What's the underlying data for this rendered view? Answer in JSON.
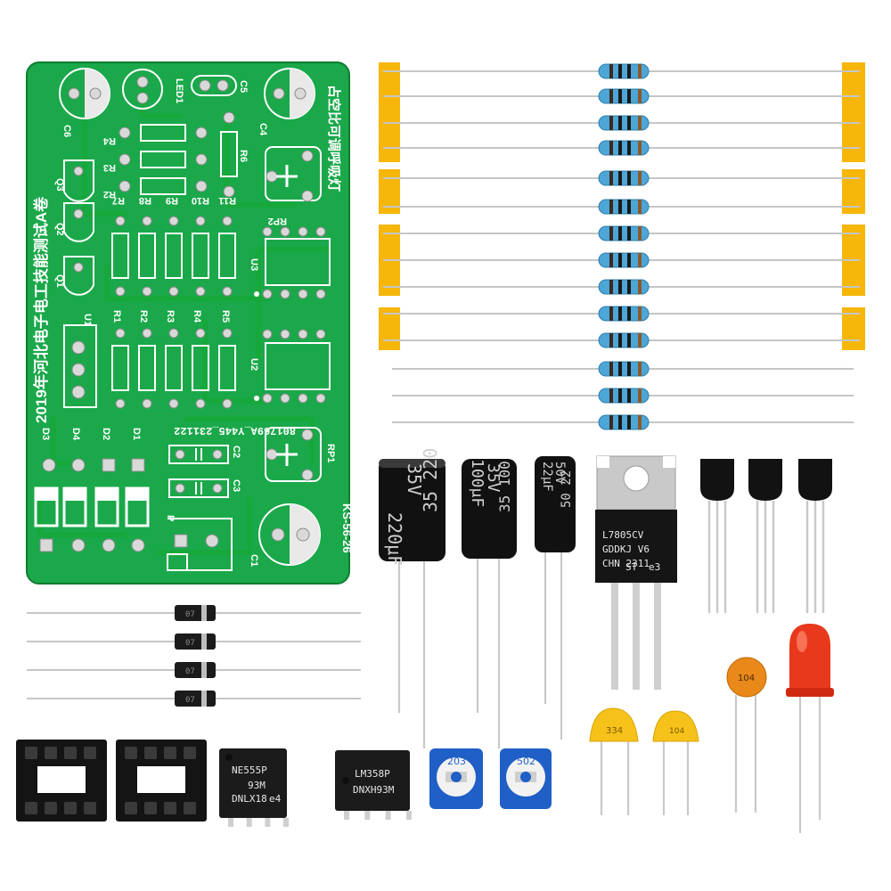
{
  "pcb": {
    "title": "2019年河北电子电工技能测试A卷",
    "subtitle": "占空比可调呼吸灯",
    "board_code": "801769A_Y445_231122",
    "side_code": "KS-56-26",
    "labels": {
      "c6": "C6",
      "led1": "LED1",
      "c5": "C5",
      "c4": "C4",
      "rp2": "RP2",
      "r4": "R4",
      "r3": "R3",
      "r2": "R2",
      "r6": "R6",
      "r7": "R7",
      "r8": "R8",
      "r9": "R9",
      "r10": "R10",
      "r11": "R11",
      "q1": "Q1",
      "q2": "Q2",
      "q3": "Q3",
      "u1": "U1",
      "u2": "U2",
      "u3": "U3",
      "r1": "R1",
      "r2b": "R2",
      "r3b": "R3",
      "r4b": "R4",
      "r5": "R5",
      "d1": "D1",
      "d2": "D2",
      "d3": "D3",
      "d4": "D4",
      "c2": "C2",
      "c3": "C3",
      "c1": "C1",
      "p": "P",
      "rp1": "RP1"
    }
  },
  "capacitors": {
    "c220": {
      "value": "220μF",
      "voltage": "35V",
      "side": "35 220"
    },
    "c100": {
      "value": "100μF",
      "voltage": "35V",
      "side": "35 100"
    },
    "c22": {
      "value": "22μF",
      "voltage": "50V",
      "side": "50 22"
    }
  },
  "regulator": {
    "line1": "L7805CV",
    "line2": "GDDKJ V6",
    "line3": "CHN 2311",
    "logo": "ST",
    "mark": "e3"
  },
  "chips": {
    "ne555": {
      "line1": "NE555P",
      "line2": "93M",
      "line3": "DNLX18",
      "mark": "e4"
    },
    "lm358": {
      "line1": "LM358P",
      "line2": "DNXH93M"
    }
  },
  "pots": {
    "p1": "203",
    "p2": "502"
  },
  "ceramic": {
    "yellow1": "334",
    "yellow2": "104",
    "orange": "104"
  },
  "diodes": {
    "label": "07"
  },
  "colors": {
    "pcb_green": "#1aa84a",
    "pcb_dark": "#128a37",
    "tape": "#f6b60a",
    "resistor_body": "#4da6d6",
    "cap_body": "#111111",
    "led_red": "#e8391d"
  }
}
